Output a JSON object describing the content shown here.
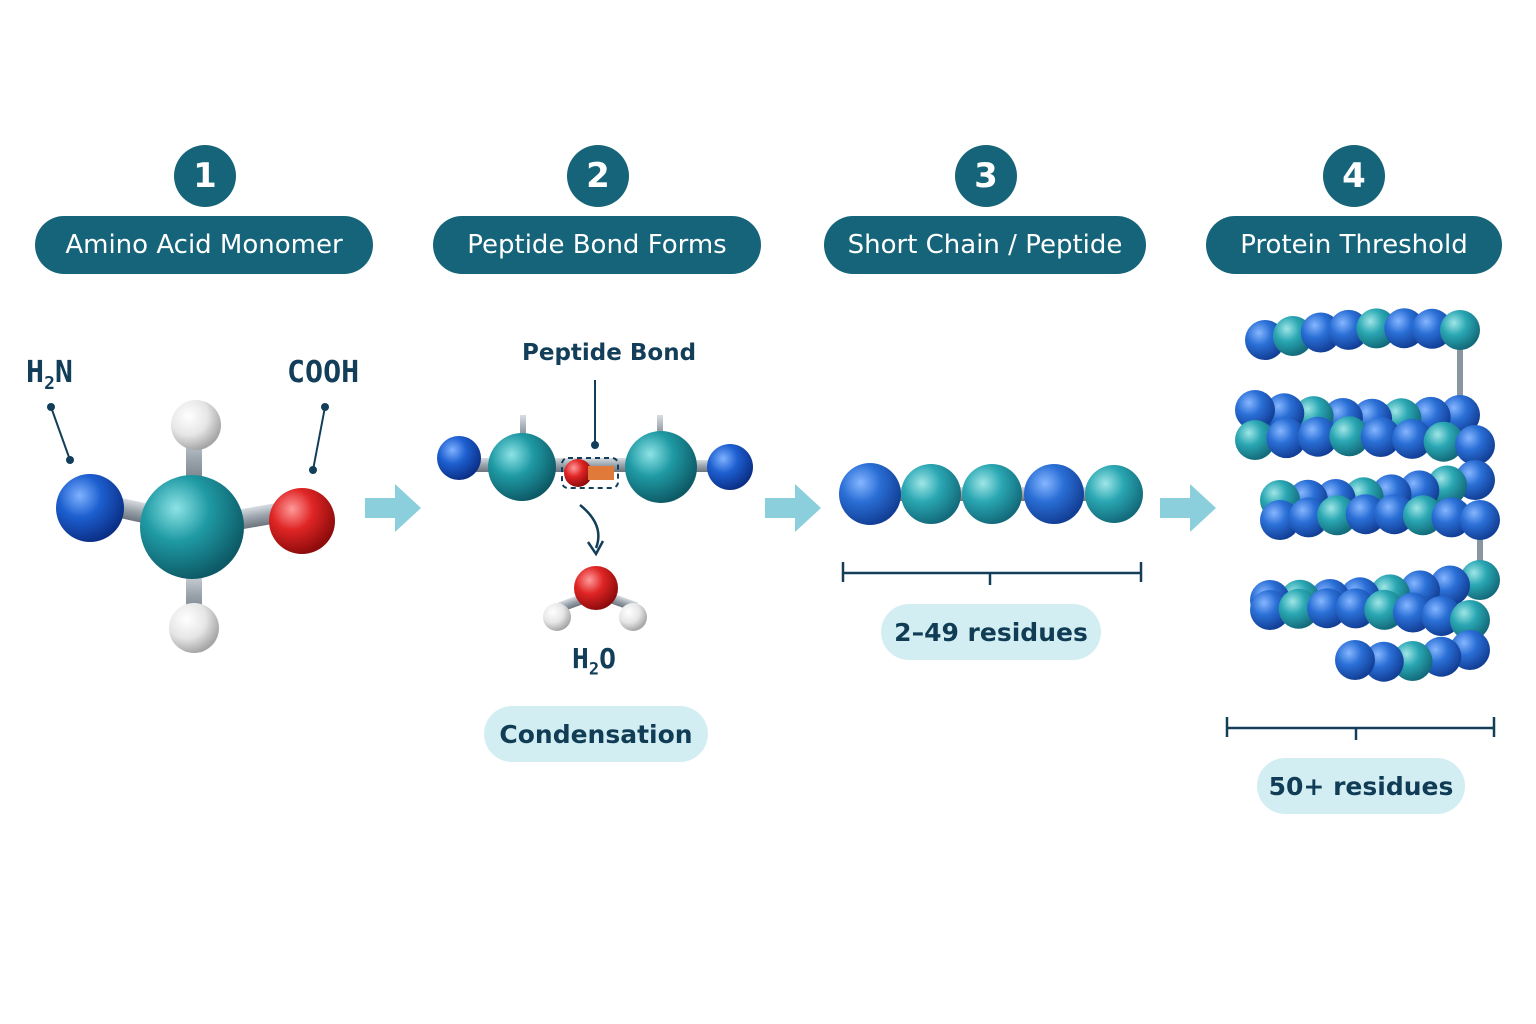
{
  "steps": [
    {
      "number": "1",
      "title": "Amino Acid Monomer"
    },
    {
      "number": "2",
      "title": "Peptide Bond Forms"
    },
    {
      "number": "3",
      "title": "Short Chain / Peptide"
    },
    {
      "number": "4",
      "title": "Protein Threshold"
    }
  ],
  "monomer": {
    "amine_label": "H",
    "amine_subscript": "2",
    "amine_suffix": "N",
    "carboxyl_label": "COOH"
  },
  "bond": {
    "callout": "Peptide Bond",
    "water_label": "H",
    "water_subscript": "2",
    "water_suffix": "O",
    "process": "Condensation"
  },
  "peptide": {
    "range": "2–49 residues"
  },
  "protein": {
    "range": "50+ residues"
  },
  "colors": {
    "accent": "#16647a",
    "pill": "#d3eef2",
    "nitrogen": "#1d5fd0",
    "carbon": "#1f9aa4",
    "oxygen": "#e02525",
    "hydrogen": "#e6e6e6",
    "arrow": "#8ccfdc"
  }
}
